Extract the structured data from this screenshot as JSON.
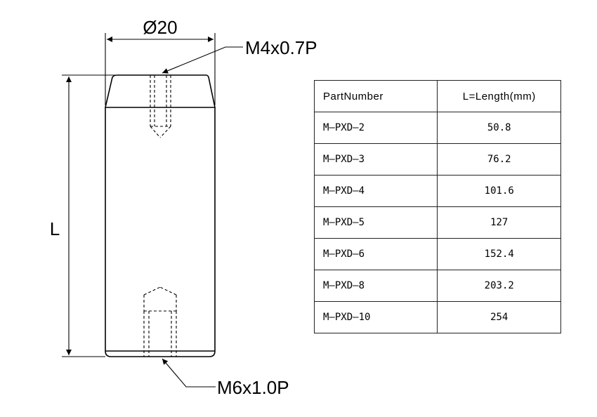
{
  "dimensions": {
    "diameter": "Ø20",
    "length": "L",
    "top_thread": "M4x0.7P",
    "bottom_thread": "M6x1.0P"
  },
  "table": {
    "headers": [
      "PartNumber",
      "L=Length(mm)"
    ],
    "rows": [
      {
        "part": "M–PXD–2",
        "length": "50.8"
      },
      {
        "part": "M–PXD–3",
        "length": "76.2"
      },
      {
        "part": "M–PXD–4",
        "length": "101.6"
      },
      {
        "part": "M–PXD–5",
        "length": "127"
      },
      {
        "part": "M–PXD–6",
        "length": "152.4"
      },
      {
        "part": "M–PXD–8",
        "length": "203.2"
      },
      {
        "part": "M–PXD–10",
        "length": "254"
      }
    ]
  }
}
